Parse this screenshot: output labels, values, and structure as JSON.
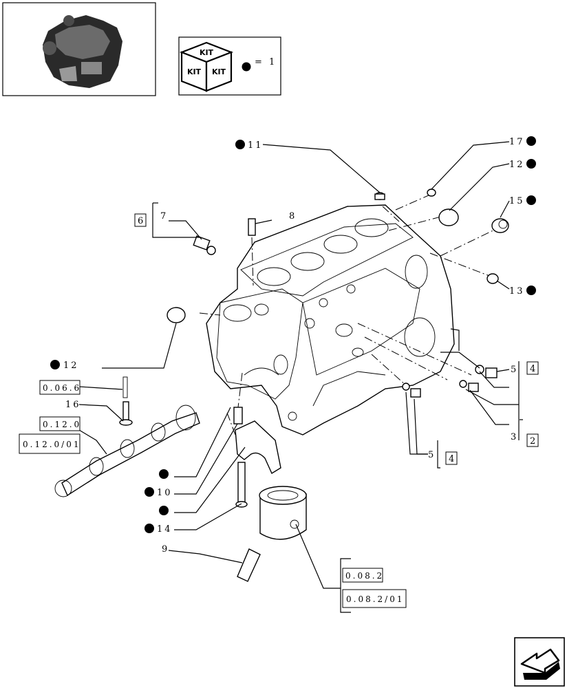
{
  "kit_box": {
    "kit_labels": [
      "KIT",
      "KIT",
      "KIT"
    ],
    "equals_text": "= 1"
  },
  "callouts": {
    "c11": "11",
    "c17": "17",
    "c12a": "12",
    "c15": "15",
    "c13": "13",
    "c7": "7",
    "c6": "6",
    "c8": "8",
    "c12b": "12",
    "c16": "16",
    "c5a": "5",
    "c4a": "4",
    "c3": "3",
    "c2": "2",
    "c5b": "5",
    "c4b": "4",
    "c10": "10",
    "c14": "14",
    "c9": "9"
  },
  "refs": {
    "r006": "0.06.6",
    "r0120": "0.12.0",
    "r012001": "0.12.0/01",
    "r082": "0.08.2",
    "r08201": "0.08.2/01"
  },
  "nav": {
    "arrow_icon": "next-page-arrow-icon"
  }
}
